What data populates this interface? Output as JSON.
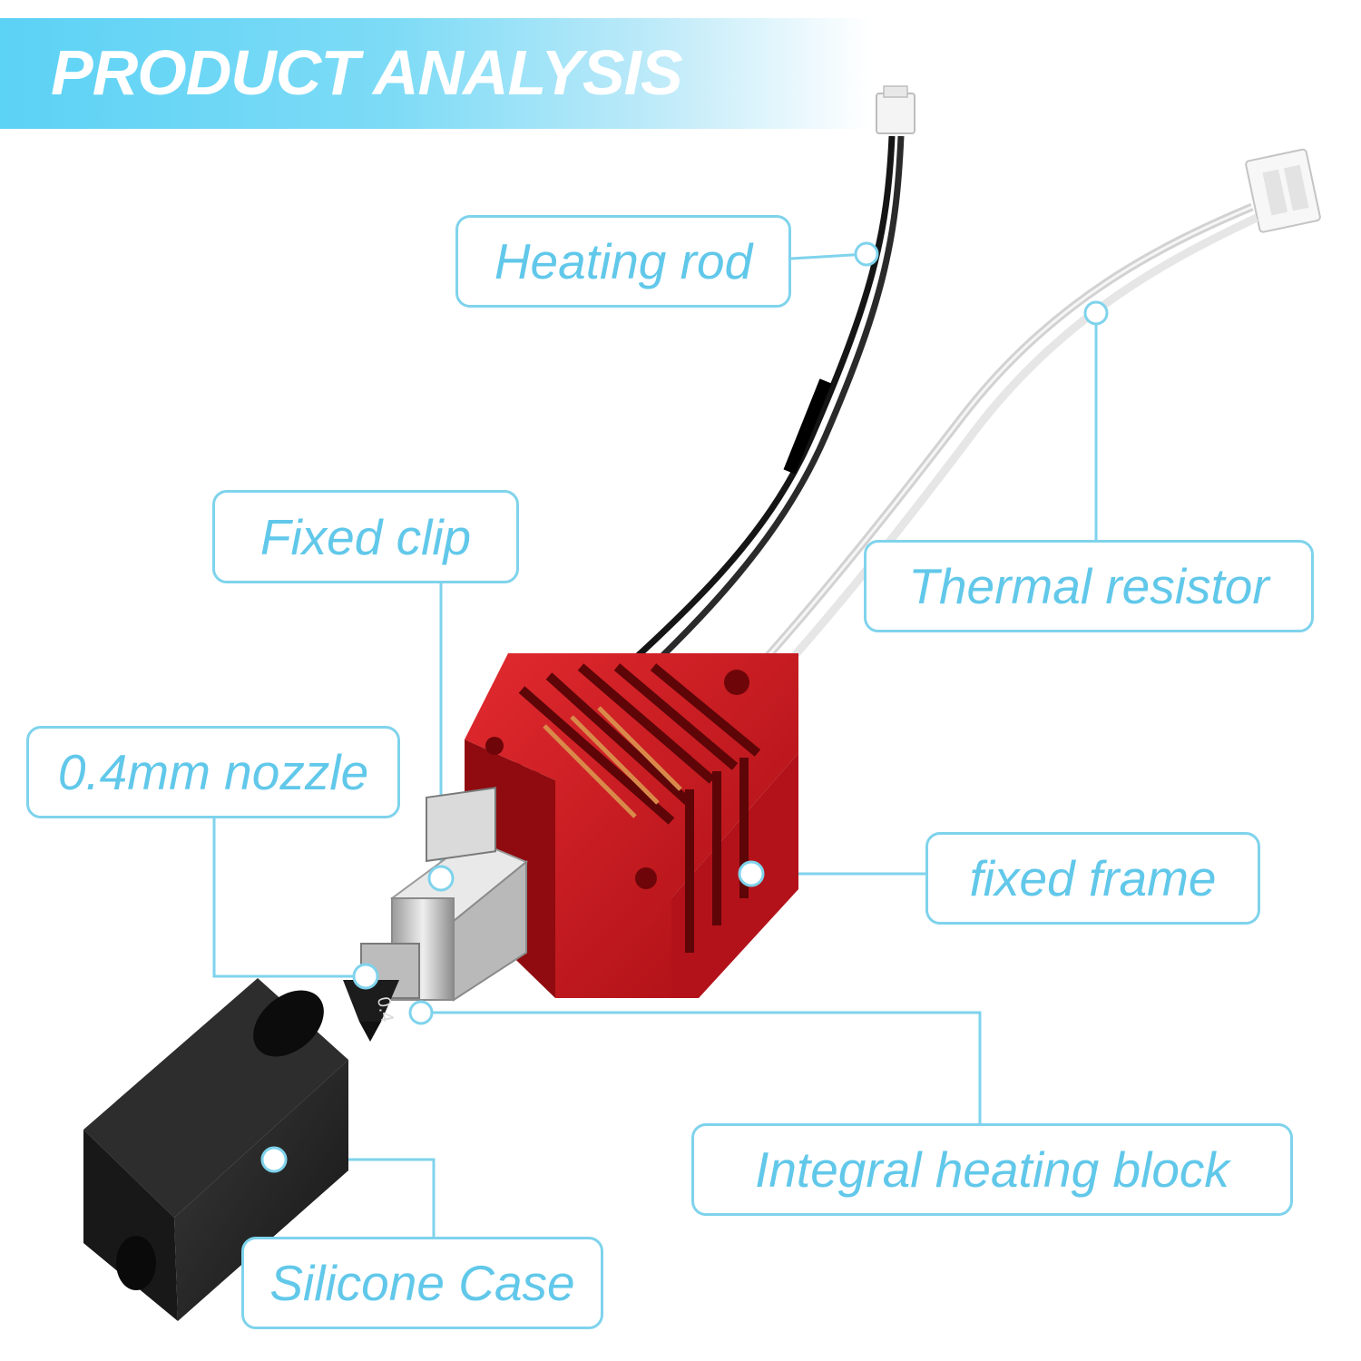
{
  "banner": {
    "title": "PRODUCT ANALYSIS"
  },
  "labels": {
    "heating_rod": "Heating rod",
    "thermal_resistor": "Thermal resistor",
    "fixed_clip": "Fixed clip",
    "nozzle": "0.4mm nozzle",
    "fixed_frame": "fixed frame",
    "integral_heating_block": "Integral heating block",
    "silicone_case": "Silicone Case"
  },
  "nozzle_marking": "0.4",
  "colors": {
    "accent": "#61c8ea",
    "label_border": "#7fd3ec",
    "frame_red": "#c8141c",
    "silicone_black": "#1f1f1f"
  }
}
